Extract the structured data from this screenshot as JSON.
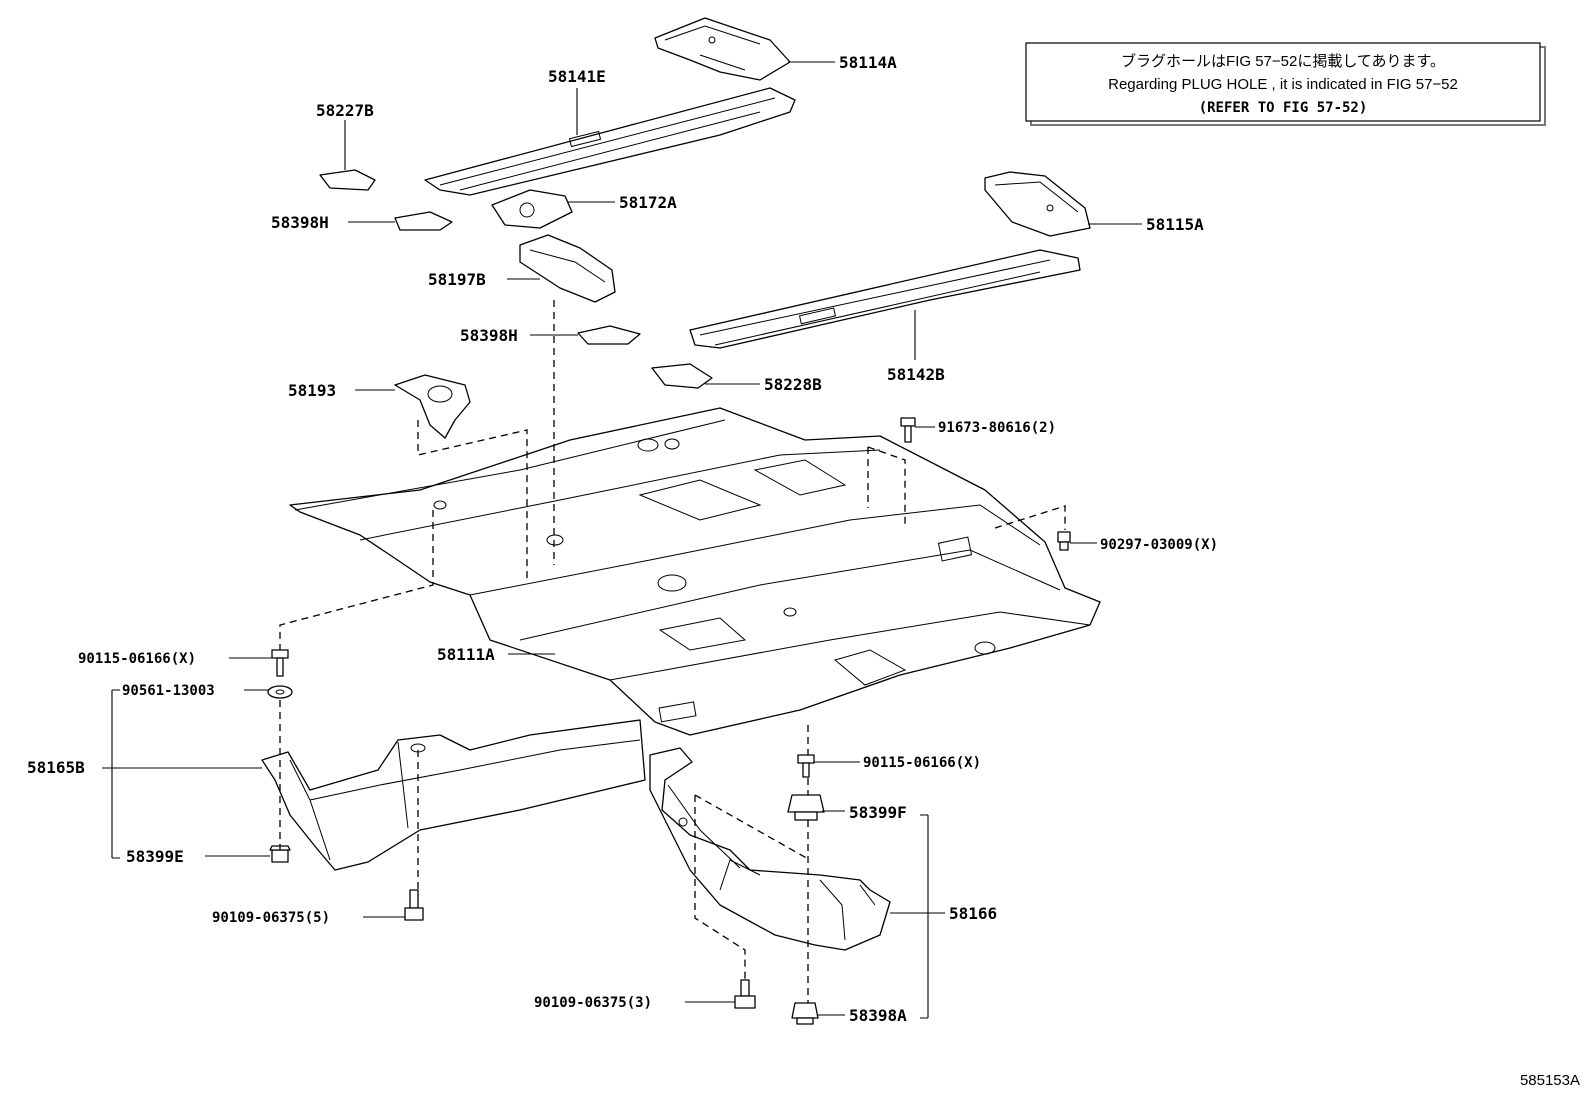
{
  "note": {
    "line1": "ブラグホールはFIG 57−52に掲載してあります。",
    "line2": "Regarding  PLUG  HOLE , it is indicated in FIG  57−52",
    "line3": "(REFER TO FIG 57-52)"
  },
  "figure_code": "585153A",
  "labels": {
    "p58114A": "58114A",
    "p58141E": "58141E",
    "p58227B": "58227B",
    "p58172A": "58172A",
    "p58398H_top": "58398H",
    "p58115A": "58115A",
    "p58197B": "58197B",
    "p58398H_mid": "58398H",
    "p58142B": "58142B",
    "p58228B": "58228B",
    "p58193": "58193",
    "p91673": "91673-80616(2)",
    "p90297": "90297-03009(X)",
    "p58111A": "58111A",
    "p90115_left": "90115-06166(X)",
    "p90561": "90561-13003",
    "p58165B": "58165B",
    "p58399E": "58399E",
    "p90109_left": "90109-06375(5)",
    "p90115_right": "90115-06166(X)",
    "p58399F": "58399F",
    "p58166": "58166",
    "p90109_right": "90109-06375(3)",
    "p58398A": "58398A"
  },
  "icons": {
    "bolt": "bolt-icon",
    "washer": "washer-icon",
    "clip": "clip-icon",
    "plug": "plug-icon"
  }
}
